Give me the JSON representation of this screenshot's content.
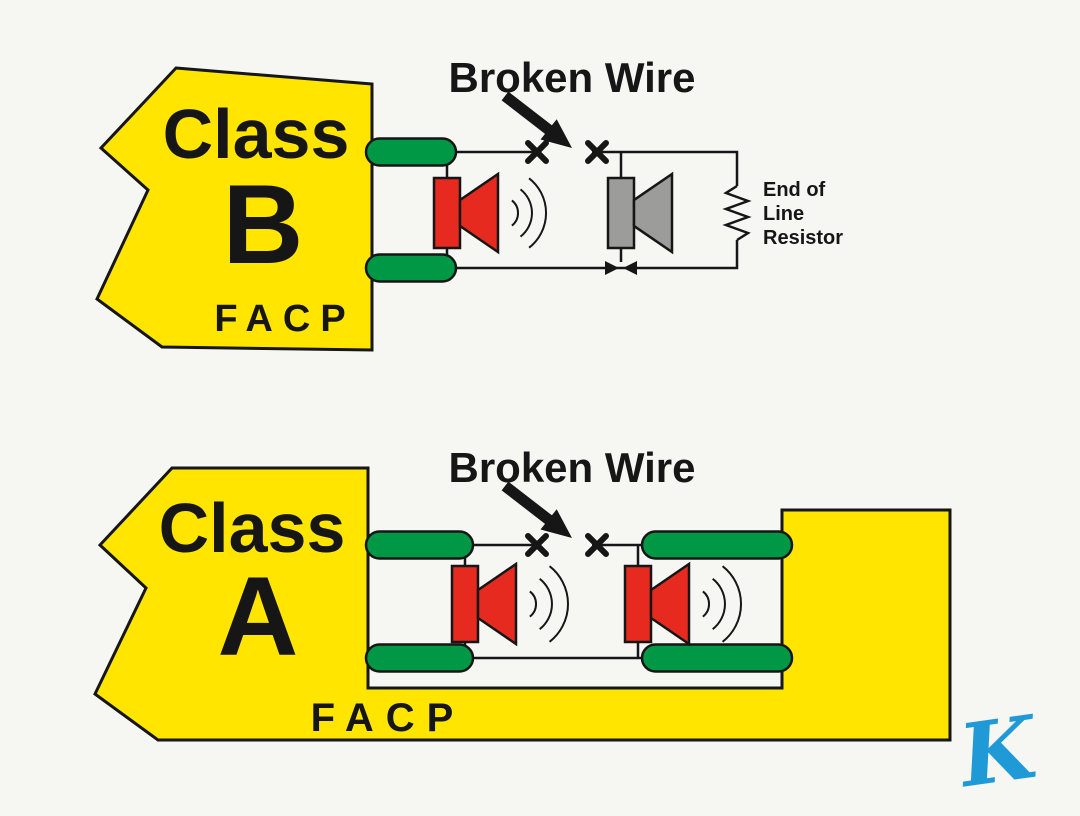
{
  "colors": {
    "bg": "#f6f6f3",
    "yellow": "#ffe500",
    "green": "#009845",
    "red": "#e62a1f",
    "gray": "#9c9c9b",
    "outline": "#161616",
    "signature_blue": "#1f9ad6"
  },
  "class_b": {
    "class_word": "Class",
    "class_letter": "B",
    "facp_label": "FACP",
    "broken_wire_label": "Broken Wire",
    "eol_resistor_label": {
      "line1": "End of",
      "line2": "Line",
      "line3": "Resistor"
    }
  },
  "class_a": {
    "class_word": "Class",
    "class_letter": "A",
    "facp_label": "FACP",
    "broken_wire_label": "Broken Wire"
  },
  "signature": "K"
}
